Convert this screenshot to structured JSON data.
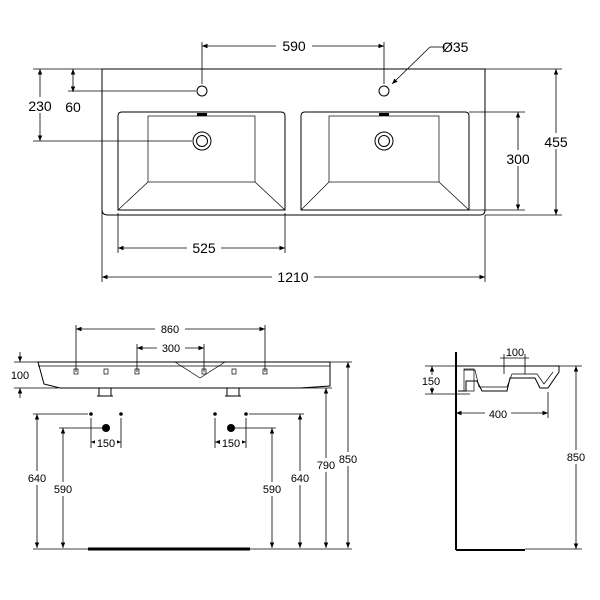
{
  "top_view": {
    "dim_hole_spacing": "590",
    "dim_hole_diameter": "Ø35",
    "dim_hole_offset_back": "230",
    "dim_hole_offset_edge": "60",
    "dim_bowl_depth": "300",
    "dim_total_depth": "455",
    "dim_bowl_width": "525",
    "dim_total_width": "1210"
  },
  "front_view": {
    "dim_tap_spacing": "860",
    "dim_inner_spacing": "300",
    "dim_rim_height": "100",
    "dim_left_pipe_spacing": "150",
    "dim_right_pipe_spacing": "150",
    "dim_left_outer_height": "640",
    "dim_left_inner_height": "590",
    "dim_right_inner_height": "590",
    "dim_right_outer_height": "640",
    "dim_waste_height": "790",
    "dim_total_height": "850"
  },
  "side_view": {
    "dim_overhang": "100",
    "dim_depth_height": "150",
    "dim_waste_distance": "400",
    "dim_total_height": "850"
  }
}
